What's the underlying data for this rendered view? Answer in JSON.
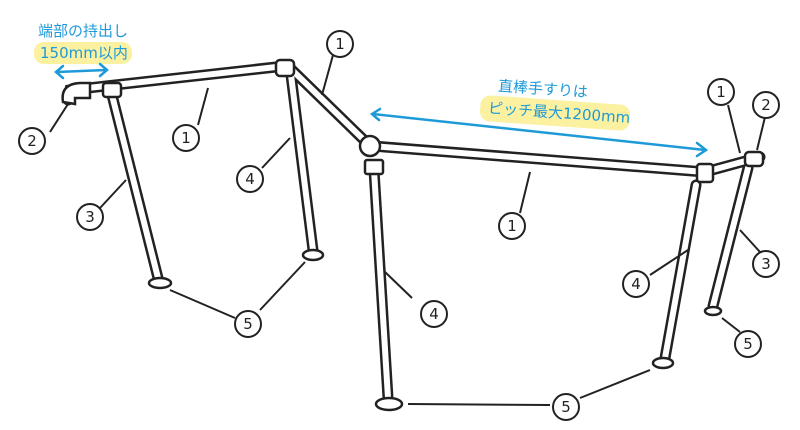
{
  "notes": {
    "end_overhang_line1": "端部の持出し",
    "end_overhang_line2": "150mm以内",
    "pitch_line1": "直棒手すりは",
    "pitch_line2": "ピッチ最大1200mm"
  },
  "labels": {
    "one": "1",
    "two": "2",
    "three": "3",
    "four": "4",
    "five": "5"
  },
  "colors": {
    "accent": "#1e9ad8",
    "highlight": "#fbf1a0",
    "line": "#222222"
  }
}
